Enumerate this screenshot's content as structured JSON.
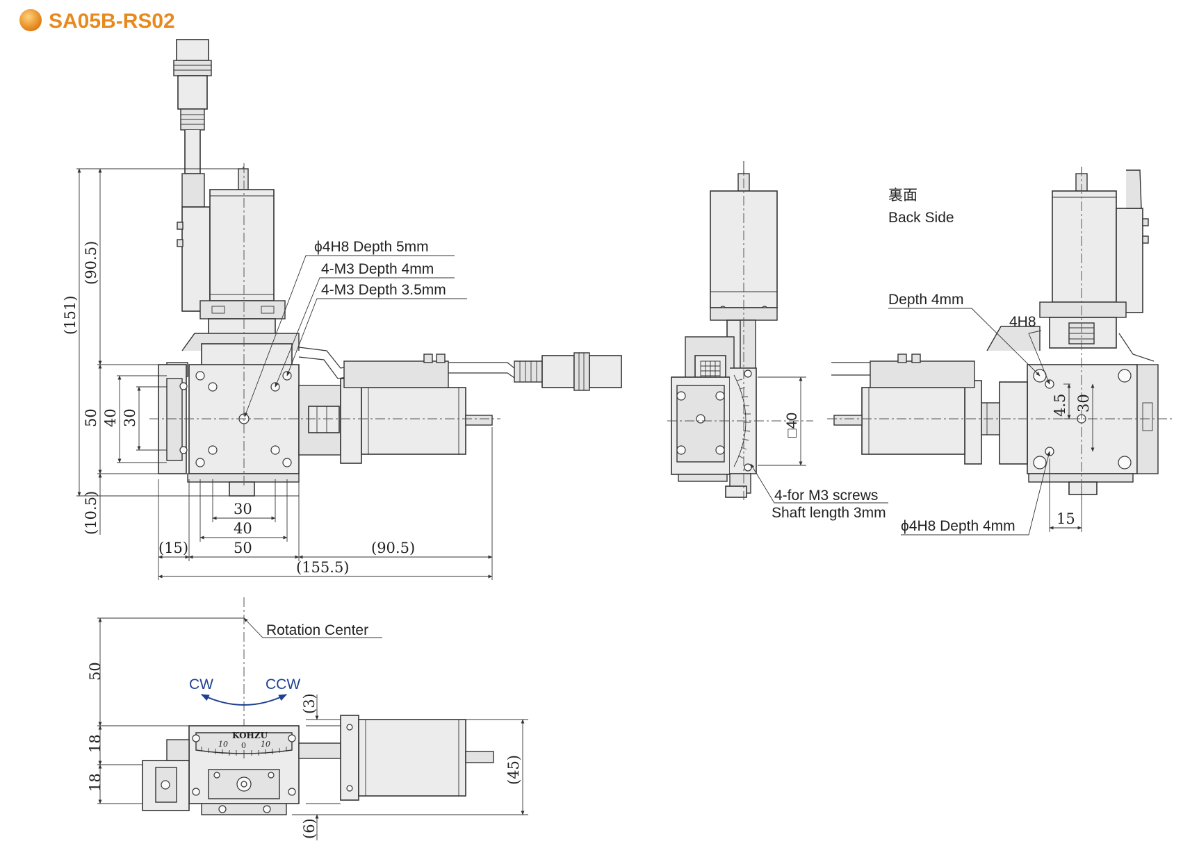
{
  "title": "SA05B-RS02",
  "accent_color": "#e8891e",
  "arrow_color": "#1f3f8f",
  "front_view": {
    "callouts": [
      "ϕ4H8 Depth 5mm",
      "4-M3 Depth 4mm",
      "4-M3 Depth 3.5mm"
    ],
    "dims_vertical": [
      "(151)",
      "(90.5)",
      "50",
      "40",
      "30",
      "(10.5)"
    ],
    "dims_horizontal": [
      "30",
      "40",
      "50",
      "(15)",
      "(90.5)",
      "(155.5)"
    ]
  },
  "side_view": {
    "square": "□40",
    "note_line1": "4-for M3 screws",
    "note_line2": "Shaft length 3mm"
  },
  "back_view": {
    "title_jp": "裏面",
    "title_en": "Back Side",
    "callout_depth": "Depth 4mm",
    "callout_4h8": "4H8",
    "callout_bottom": "ϕ4H8 Depth 4mm",
    "dims": [
      "4.5",
      "30",
      "15"
    ]
  },
  "top_view": {
    "rotation_center": "Rotation Center",
    "cw": "CW",
    "ccw": "CCW",
    "brand": "KOHZU",
    "scale_left": "10",
    "scale_mid": "0",
    "scale_right": "10",
    "dims": [
      "50",
      "18",
      "18",
      "(3)",
      "(6)",
      "(45)"
    ]
  }
}
